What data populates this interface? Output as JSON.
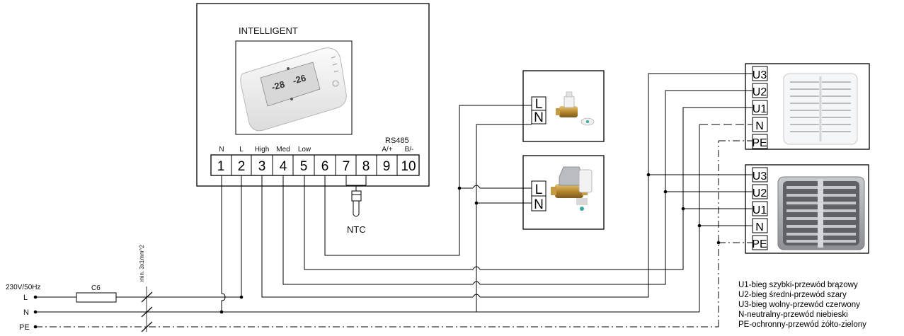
{
  "controller": {
    "title": "INTELLIGENT",
    "display_left": "-28",
    "display_right": "-26",
    "bus_label": "RS485",
    "terminal_top_labels": [
      "N",
      "L",
      "High",
      "Med",
      "Low",
      "",
      "",
      "",
      "A/+",
      "B/-"
    ],
    "terminals": [
      "1",
      "2",
      "3",
      "4",
      "5",
      "6",
      "7",
      "8",
      "9",
      "10"
    ],
    "sensor_label": "NTC"
  },
  "power": {
    "supply": "230V/50Hz",
    "breaker": "C6",
    "cable": "min. 3x1mm^2",
    "lines": [
      "L",
      "N",
      "PE"
    ]
  },
  "valves": [
    {
      "terminals": [
        "L",
        "N"
      ],
      "icon": "valve-small-icon"
    },
    {
      "terminals": [
        "L",
        "N"
      ],
      "icon": "valve-actuator-icon"
    }
  ],
  "heaters": [
    {
      "terminals": [
        "U3",
        "U2",
        "U1",
        "N",
        "PE"
      ],
      "icon": "heater-white-icon"
    },
    {
      "terminals": [
        "U3",
        "U2",
        "U1",
        "N",
        "PE"
      ],
      "icon": "heater-grey-icon"
    }
  ],
  "legend": [
    "U1-bieg szybki-przewód brązowy",
    "U2-bieg średni-przewód szary",
    "U3-bieg wolny-przewód czerwony",
    "N-neutralny-przewód niebieski",
    "PE-ochronny-przewód żółto-zielony"
  ]
}
